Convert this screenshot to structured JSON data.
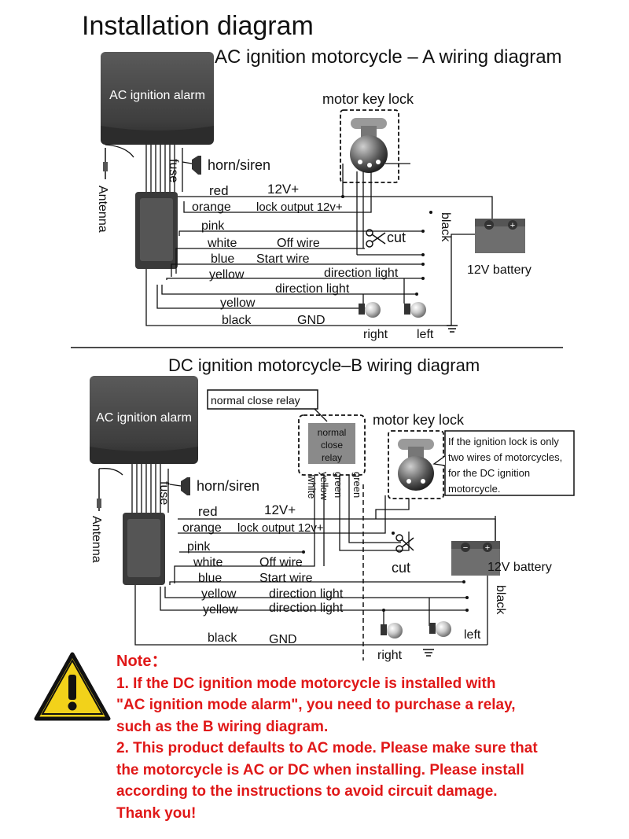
{
  "title": "Installation diagram",
  "diagram_a": {
    "heading": "AC ignition motorcycle – A wiring diagram",
    "alarm_label": "AC ignition alarm",
    "antenna": "Antenna",
    "fuse": "fuse",
    "horn": "horn/siren",
    "key_lock": "motor key lock",
    "wire_red": "red",
    "wire_12v": "12V+",
    "wire_orange": "orange",
    "lock_output": "lock output 12v+",
    "wire_pink": "pink",
    "wire_white": "white",
    "off_wire": "Off wire",
    "cut": "cut",
    "wire_blue": "blue",
    "start_wire": "Start wire",
    "wire_yellow1": "yellow",
    "direction_light1": "direction light",
    "direction_light2": "direction light",
    "wire_yellow2": "yellow",
    "wire_black": "black",
    "gnd": "GND",
    "black_vertical": "black",
    "battery": "12V battery",
    "right": "right",
    "left": "left"
  },
  "diagram_b": {
    "heading": "DC ignition motorcycle–B wiring diagram",
    "alarm_label": "AC ignition alarm",
    "relay_callout": "normal close relay",
    "relay_l1": "normal",
    "relay_l2": "close",
    "relay_l3": "relay",
    "key_lock": "motor key lock",
    "callout_l1": "If the ignition lock is only",
    "callout_l2": "two wires of motorcycles,",
    "callout_l3": "for the DC ignition",
    "callout_l4": "motorcycle.",
    "antenna": "Antenna",
    "fuse": "fuse",
    "horn": "horn/siren",
    "relay_white": "white",
    "relay_yellow": "yellow",
    "relay_green1": "green",
    "relay_green2": "green",
    "wire_red": "red",
    "wire_12v": "12V+",
    "wire_orange": "orange",
    "lock_output": "lock output 12v+",
    "wire_pink": "pink",
    "wire_white": "white",
    "off_wire": "Off wire",
    "cut": "cut",
    "wire_blue": "blue",
    "start_wire": "Start wire",
    "wire_yellow1": "yellow",
    "direction_light1": "direction light",
    "wire_yellow2": "yellow",
    "direction_light2": "direction light",
    "wire_black": "black",
    "gnd": "GND",
    "battery": "12V battery",
    "black_vertical": "black",
    "right": "right",
    "left": "left"
  },
  "note": {
    "heading": "Note：",
    "line1": "1. If the DC ignition mode motorcycle is installed with",
    "line2": "\"AC ignition mode alarm\", you need to purchase a relay,",
    "line3": " such as the B wiring diagram.",
    "line4": "2. This product defaults to AC mode. Please make sure that",
    "line5": " the motorcycle is AC or DC when installing. Please install",
    "line6": "according to the instructions to avoid circuit damage.",
    "line7": "Thank you!"
  },
  "colors": {
    "note_text": "#e01818",
    "warning_fill": "#f2d21a",
    "alarm_box": "#4a4a4a",
    "relay_box": "#8a8a8a",
    "battery": "#6e6e6e"
  },
  "icons": [
    "warning-icon",
    "scissors-icon",
    "horn-icon",
    "bulb-icon",
    "ground-icon",
    "antenna-icon",
    "key-lock-icon",
    "battery-icon"
  ]
}
